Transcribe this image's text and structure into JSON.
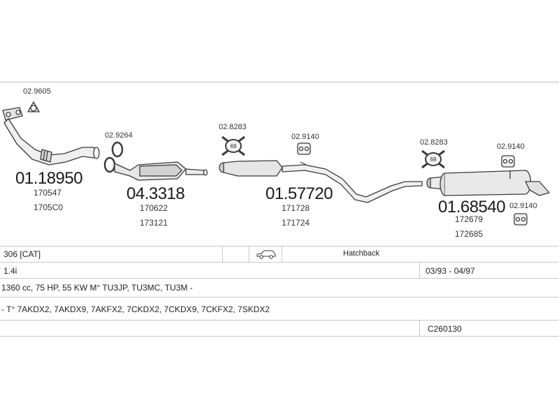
{
  "parts": {
    "downpipe": {
      "part_number": "01.18950",
      "refs": [
        "170547",
        "1705C0"
      ]
    },
    "catalyst": {
      "part_number": "04.3318",
      "refs": [
        "170622",
        "173121"
      ]
    },
    "middle_silencer": {
      "part_number": "01.57720",
      "refs": [
        "171728",
        "171724"
      ]
    },
    "rear_silencer": {
      "part_number": "01.68540",
      "refs": [
        "172679",
        "172685"
      ]
    }
  },
  "fittings": {
    "gasket_front": "02.9605",
    "clamp_cat": "02.9264",
    "ring_middle": "02.8283",
    "hanger_middle": "02.9140",
    "ring_rear": "02.8283",
    "hanger_rear": "02.9140",
    "hanger_rear_low": "02.9140",
    "ring_badge": "69"
  },
  "vehicle": {
    "model": "306  [CAT]",
    "body": "Hatchback",
    "engine": "1.4i",
    "years": "03/93 - 04/97",
    "specs": "1360 cc, 75 HP, 55 KW M° TU3JP, TU3MC, TU3M -",
    "types": "- T° 7AKDX2, 7AKDX9, 7AKFX2, 7CKDX2, 7CKDX9, 7CKFX2, 7SKDX2",
    "code": "C260130"
  },
  "colors": {
    "line": "#3a3a3a",
    "fill": "#ececec",
    "shade": "#bcbcbc"
  }
}
